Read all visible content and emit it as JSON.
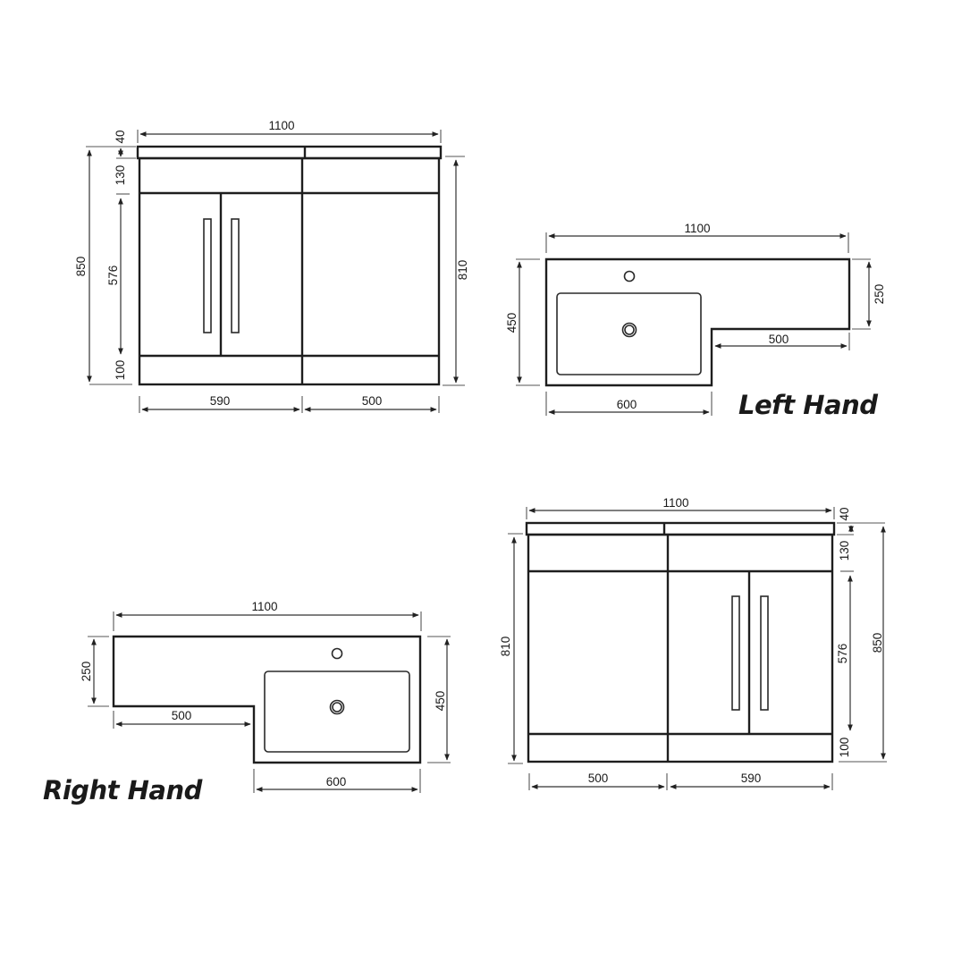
{
  "colors": {
    "line": "#1e1e1e",
    "dimension": "#333333",
    "background": "#ffffff"
  },
  "labels": {
    "left_hand": "Left Hand",
    "right_hand": "Right Hand"
  },
  "units": "mm",
  "drawings": {
    "left_hand_front": {
      "overall_width": "1100",
      "worktop_height": "40",
      "drawer_height": "130",
      "door_height": "576",
      "plinth_height": "100",
      "overall_height": "850",
      "carcass_height": "810",
      "basin_unit_width": "590",
      "side_unit_width": "500"
    },
    "left_hand_top": {
      "overall_width": "1100",
      "depth": "450",
      "return_depth": "250",
      "return_width": "500",
      "basin_width": "600"
    },
    "right_hand_top": {
      "overall_width": "1100",
      "depth": "450",
      "return_depth": "250",
      "return_width": "500",
      "basin_width": "600"
    },
    "right_hand_front": {
      "overall_width": "1100",
      "worktop_height": "40",
      "drawer_height": "130",
      "door_height": "576",
      "plinth_height": "100",
      "overall_height": "850",
      "carcass_height": "810",
      "side_unit_width": "500",
      "basin_unit_width": "590"
    }
  }
}
